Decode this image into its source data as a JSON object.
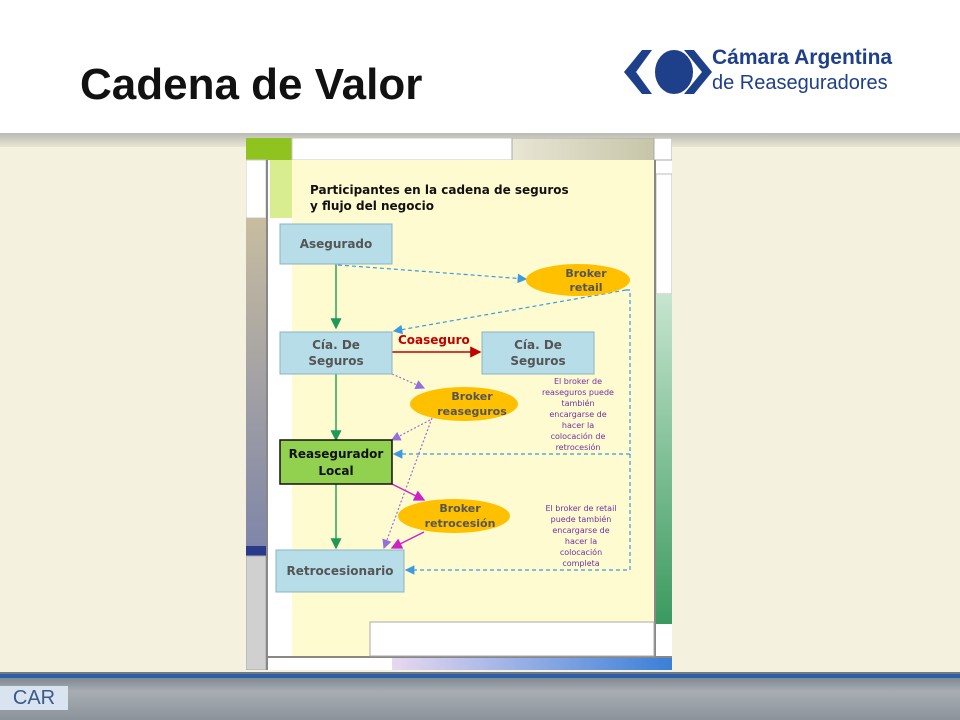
{
  "slide": {
    "title": "Cadena de Valor",
    "footer_label": "CAR"
  },
  "logo": {
    "line1": "Cámara Argentina",
    "line2": "de Reaseguradores",
    "icon": "car-logo-icon"
  },
  "diagram": {
    "heading_line1": "Participantes en la cadena de seguros",
    "heading_line2": "y flujo del negocio",
    "nodes": {
      "asegurado": "Asegurado",
      "cia_seguros_line1": "Cía. De",
      "cia_seguros_line2": "Seguros",
      "cia_seguros_2_line1": "Cía. De",
      "cia_seguros_2_line2": "Seguros",
      "reasegurador_line1": "Reasegurador",
      "reasegurador_line2": "Local",
      "retrocesionario": "Retrocesionario",
      "broker_retail_line1": "Broker",
      "broker_retail_line2": "retail",
      "broker_reaseguros_line1": "Broker",
      "broker_reaseguros_line2": "reaseguros",
      "broker_retrocesion_line1": "Broker",
      "broker_retrocesion_line2": "retrocesión"
    },
    "coaseguro_label": "Coaseguro",
    "note1": [
      "El broker de",
      "reaseguros puede",
      "también",
      "encargarse de",
      "hacer la",
      "colocación de",
      "retrocesión"
    ],
    "note2": [
      "El broker de retail",
      "puede también",
      "encargarse de",
      "hacer la",
      "colocación",
      "completa"
    ]
  },
  "colors": {
    "accent": "#1e3f8a",
    "footer_line": "#2c5fa8",
    "node_fill": "#b7dde8",
    "reasegurador_fill": "#92d050",
    "broker_fill": "#ffc000",
    "note_text": "#7030a0",
    "coaseguro": "#c00000"
  }
}
